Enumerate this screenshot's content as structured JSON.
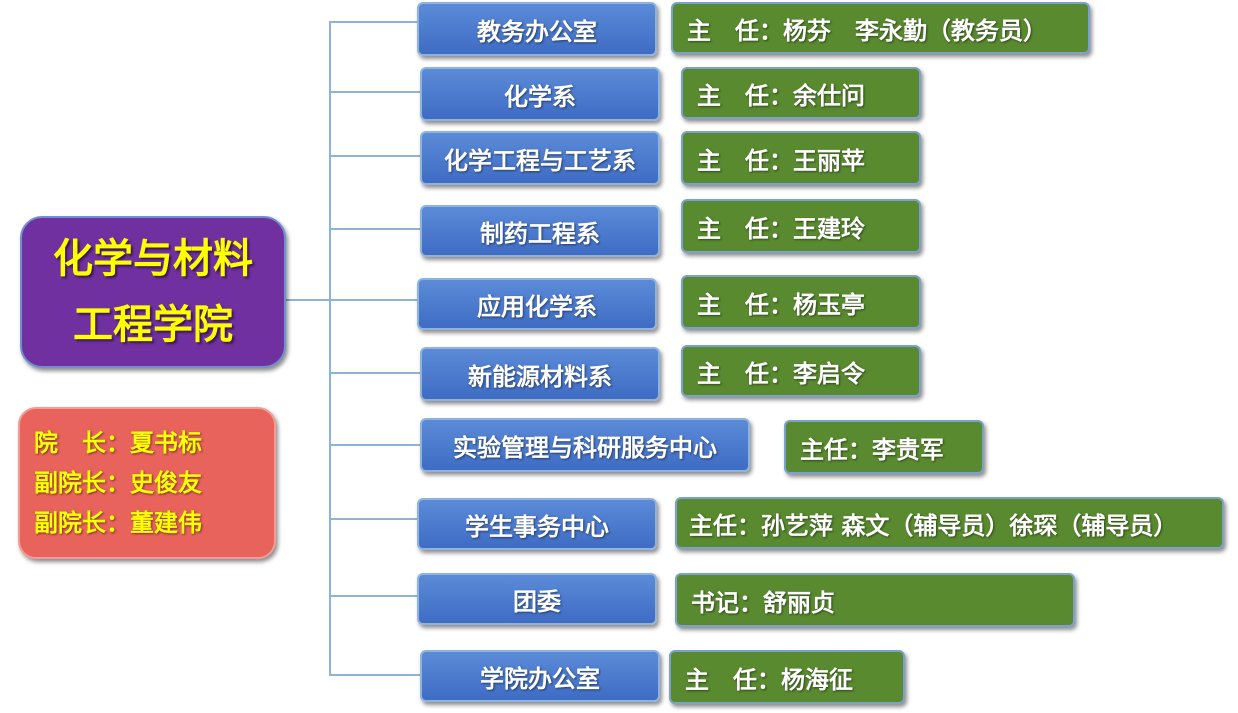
{
  "root": {
    "line1": "化学与材料",
    "line2": "工程学院"
  },
  "leaders": [
    "院　长：夏书标",
    "副院长：史俊友",
    "副院长：董建伟"
  ],
  "departments": [
    {
      "name": "教务办公室",
      "head": "主　任：杨芬　李永勤（教务员）"
    },
    {
      "name": "化学系",
      "head": "主　任：余仕问"
    },
    {
      "name": "化学工程与工艺系",
      "head": "主　任：王丽苹"
    },
    {
      "name": "制药工程系",
      "head": "主　任：王建玲"
    },
    {
      "name": "应用化学系",
      "head": "主　任：杨玉亭"
    },
    {
      "name": "新能源材料系",
      "head": "主　任：李启令"
    },
    {
      "name": "实验管理与科研服务中心",
      "head": "主任：李贵军"
    },
    {
      "name": "学生事务中心",
      "head": "主任：孙艺萍  森文（辅导员）徐琛（辅导员）"
    },
    {
      "name": "团委",
      "head": "书记：舒丽贞"
    },
    {
      "name": "学院办公室",
      "head": "主　任：杨海征"
    }
  ]
}
